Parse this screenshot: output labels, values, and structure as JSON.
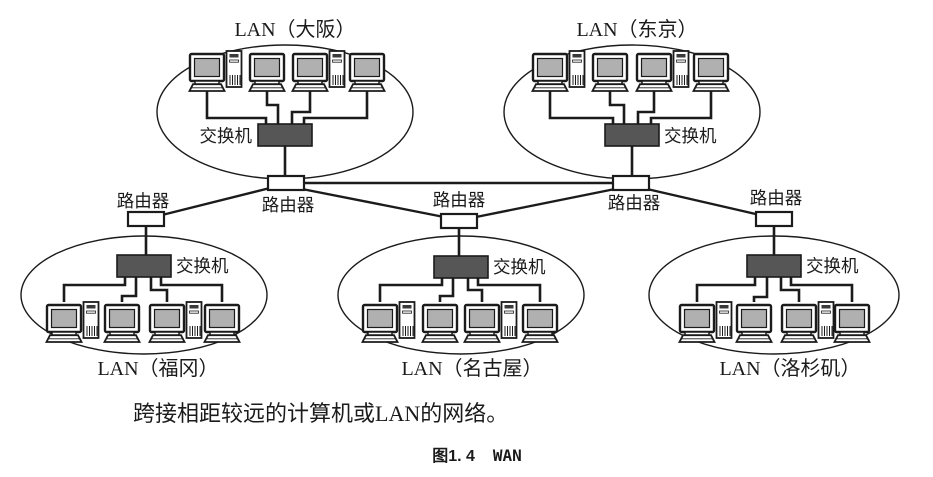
{
  "diagram": {
    "lans": [
      {
        "name": "osaka",
        "label": "LAN（大阪）"
      },
      {
        "name": "tokyo",
        "label": "LAN（东京）"
      },
      {
        "name": "fukuoka",
        "label": "LAN（福冈）"
      },
      {
        "name": "nagoya",
        "label": "LAN（名古屋）"
      },
      {
        "name": "los-angeles",
        "label": "LAN（洛杉矶）"
      }
    ],
    "device_labels": {
      "switch": "交换机",
      "router": "路由器"
    }
  },
  "caption": {
    "description": "跨接相距较远的计算机或LAN的网络。",
    "figure_number": "图1. 4",
    "figure_title": "WAN"
  },
  "colors": {
    "background": "#ffffff",
    "line": "#1b1b1b",
    "switch_fill": "#565656",
    "screen_fill": "#b0b0b0",
    "text": "#1b1b1b"
  }
}
